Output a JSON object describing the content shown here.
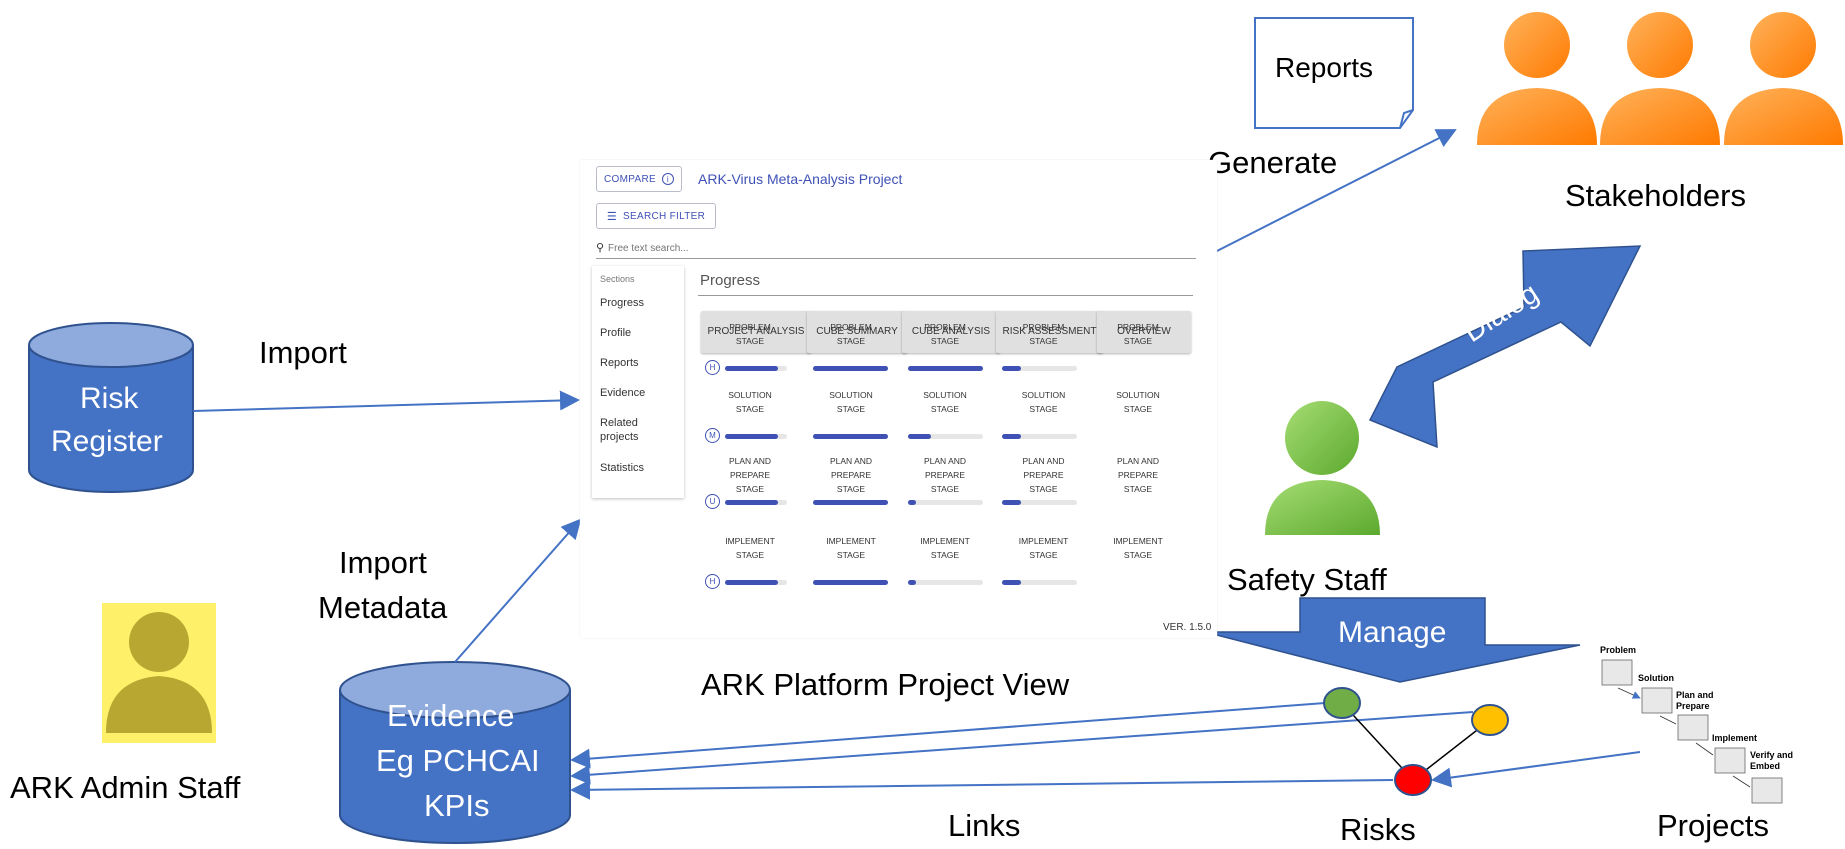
{
  "labels": {
    "risk_register_line1": "Risk",
    "risk_register_line2": "Register",
    "import": "Import",
    "import_metadata_line1": "Import",
    "import_metadata_line2": "Metadata",
    "ark_admin_staff": "ARK Admin Staff",
    "evidence_line1": "Evidence",
    "evidence_line2": "Eg PCHCAI",
    "evidence_line3": "KPIs",
    "platform_view": "ARK Platform Project View",
    "links": "Links",
    "reports": "Reports",
    "generate": "Generate",
    "stakeholders": "Stakeholders",
    "dialog": "Dialog",
    "safety_staff": "Safety Staff",
    "manage": "Manage",
    "risks": "Risks",
    "projects": "Projects"
  },
  "mini_process": {
    "problem": "Problem",
    "solution": "Solution",
    "plan_line1": "Plan and",
    "plan_line2": "Prepare",
    "implement": "Implement",
    "verify_line1": "Verify and",
    "verify_line2": "Embed"
  },
  "colors": {
    "blue": "#4472c4",
    "orange": "#ff8c1a",
    "green": "#70ad47",
    "yellow": "#ffc000",
    "red": "#ff0000",
    "admin_bg": "#fff06a",
    "admin_figure": "#b8a832",
    "accent": "#3f51b5"
  },
  "screenshot": {
    "compare_button": "COMPARE",
    "project_title": "ARK-Virus Meta-Analysis Project",
    "search_filter_button": "SEARCH FILTER",
    "search_placeholder": "Free text search...",
    "sections_header": "Sections",
    "section_items": [
      "Progress",
      "Profile",
      "Reports",
      "Evidence",
      "Related projects",
      "Statistics"
    ],
    "progress_title": "Progress",
    "version": "VER. 1.5.0",
    "columns": [
      {
        "label": "PROJECT ANALYSIS",
        "rows": [
          {
            "stage": "PROBLEM STAGE",
            "badge": "H",
            "progress": 0.85
          },
          {
            "stage": "SOLUTION STAGE",
            "badge": "M",
            "progress": 0.85
          },
          {
            "stage": "PLAN AND PREPARE STAGE",
            "badge": "U",
            "progress": 0.85
          },
          {
            "stage": "IMPLEMENT STAGE",
            "badge": "H",
            "progress": 0.85
          }
        ]
      },
      {
        "label": "CUBE SUMMARY",
        "rows": [
          {
            "stage": "PROBLEM STAGE",
            "progress": 1.0
          },
          {
            "stage": "SOLUTION STAGE",
            "progress": 1.0
          },
          {
            "stage": "PLAN AND PREPARE STAGE",
            "progress": 1.0
          },
          {
            "stage": "IMPLEMENT STAGE",
            "progress": 1.0
          }
        ]
      },
      {
        "label": "CUBE ANALYSIS",
        "rows": [
          {
            "stage": "PROBLEM STAGE",
            "progress": 1.0
          },
          {
            "stage": "SOLUTION STAGE",
            "progress": 0.3
          },
          {
            "stage": "PLAN AND PREPARE STAGE",
            "progress": 0.1
          },
          {
            "stage": "IMPLEMENT STAGE",
            "progress": 0.1
          }
        ]
      },
      {
        "label": "RISK ASSESSMENT",
        "rows": [
          {
            "stage": "PROBLEM STAGE",
            "progress": 0.25
          },
          {
            "stage": "SOLUTION STAGE",
            "progress": 0.25
          },
          {
            "stage": "PLAN AND PREPARE STAGE",
            "progress": 0.25
          },
          {
            "stage": "IMPLEMENT STAGE",
            "progress": 0.25
          }
        ]
      },
      {
        "label": "OVERVIEW",
        "rows": [
          {
            "stage": "PROBLEM STAGE"
          },
          {
            "stage": "SOLUTION STAGE"
          },
          {
            "stage": "PLAN AND PREPARE STAGE"
          },
          {
            "stage": "IMPLEMENT STAGE"
          }
        ]
      }
    ]
  }
}
